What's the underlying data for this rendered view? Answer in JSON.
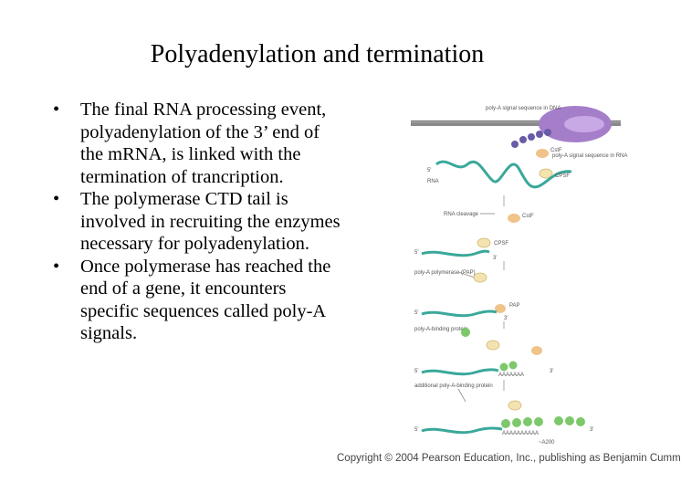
{
  "slide": {
    "title": "Polyadenylation and termination",
    "bullets": [
      "The final RNA processing event, polyadenylation of the 3’ end of the mRNA, is linked with the termination of trancription.",
      "The polymerase CTD tail is involved in recruiting the enzymes necessary for polyadenylation.",
      "Once polymerase has reached the end of a gene, it encounters specific sequences called poly-A signals."
    ],
    "bullet_glyph": "•"
  },
  "figure": {
    "labels": {
      "signal_dna": "poly-A signal sequence in DNA",
      "signal_rna": "poly-A signal sequence in RNA",
      "cstf": "CstF",
      "cpsf": "CPSF",
      "rna": "RNA",
      "five_prime": "5'",
      "three_prime": "3'",
      "rna_cleavage": "RNA cleavage",
      "polya_polymerase": "poly-A polymerase (PAP)",
      "pap": "PAP",
      "polya_binding": "poly-A-binding protein",
      "additional_binding": "additional poly-A-binding protein",
      "tail_end": "~A200",
      "poly_a_short": "AAAAAAA",
      "poly_a_long": "AAAAAAAAAA"
    },
    "colors": {
      "rna_strand": "#3aa89a",
      "polymerase": "#a57ec9",
      "dna": "#8a8a8a",
      "cstf": "#f0c38a",
      "cpsf": "#f3e3b0",
      "pabp": "#7cc86a",
      "phospho": "#6a5aa8"
    },
    "copyright": "Copyright © 2004 Pearson Education, Inc., publishing as Benjamin Cumm"
  }
}
